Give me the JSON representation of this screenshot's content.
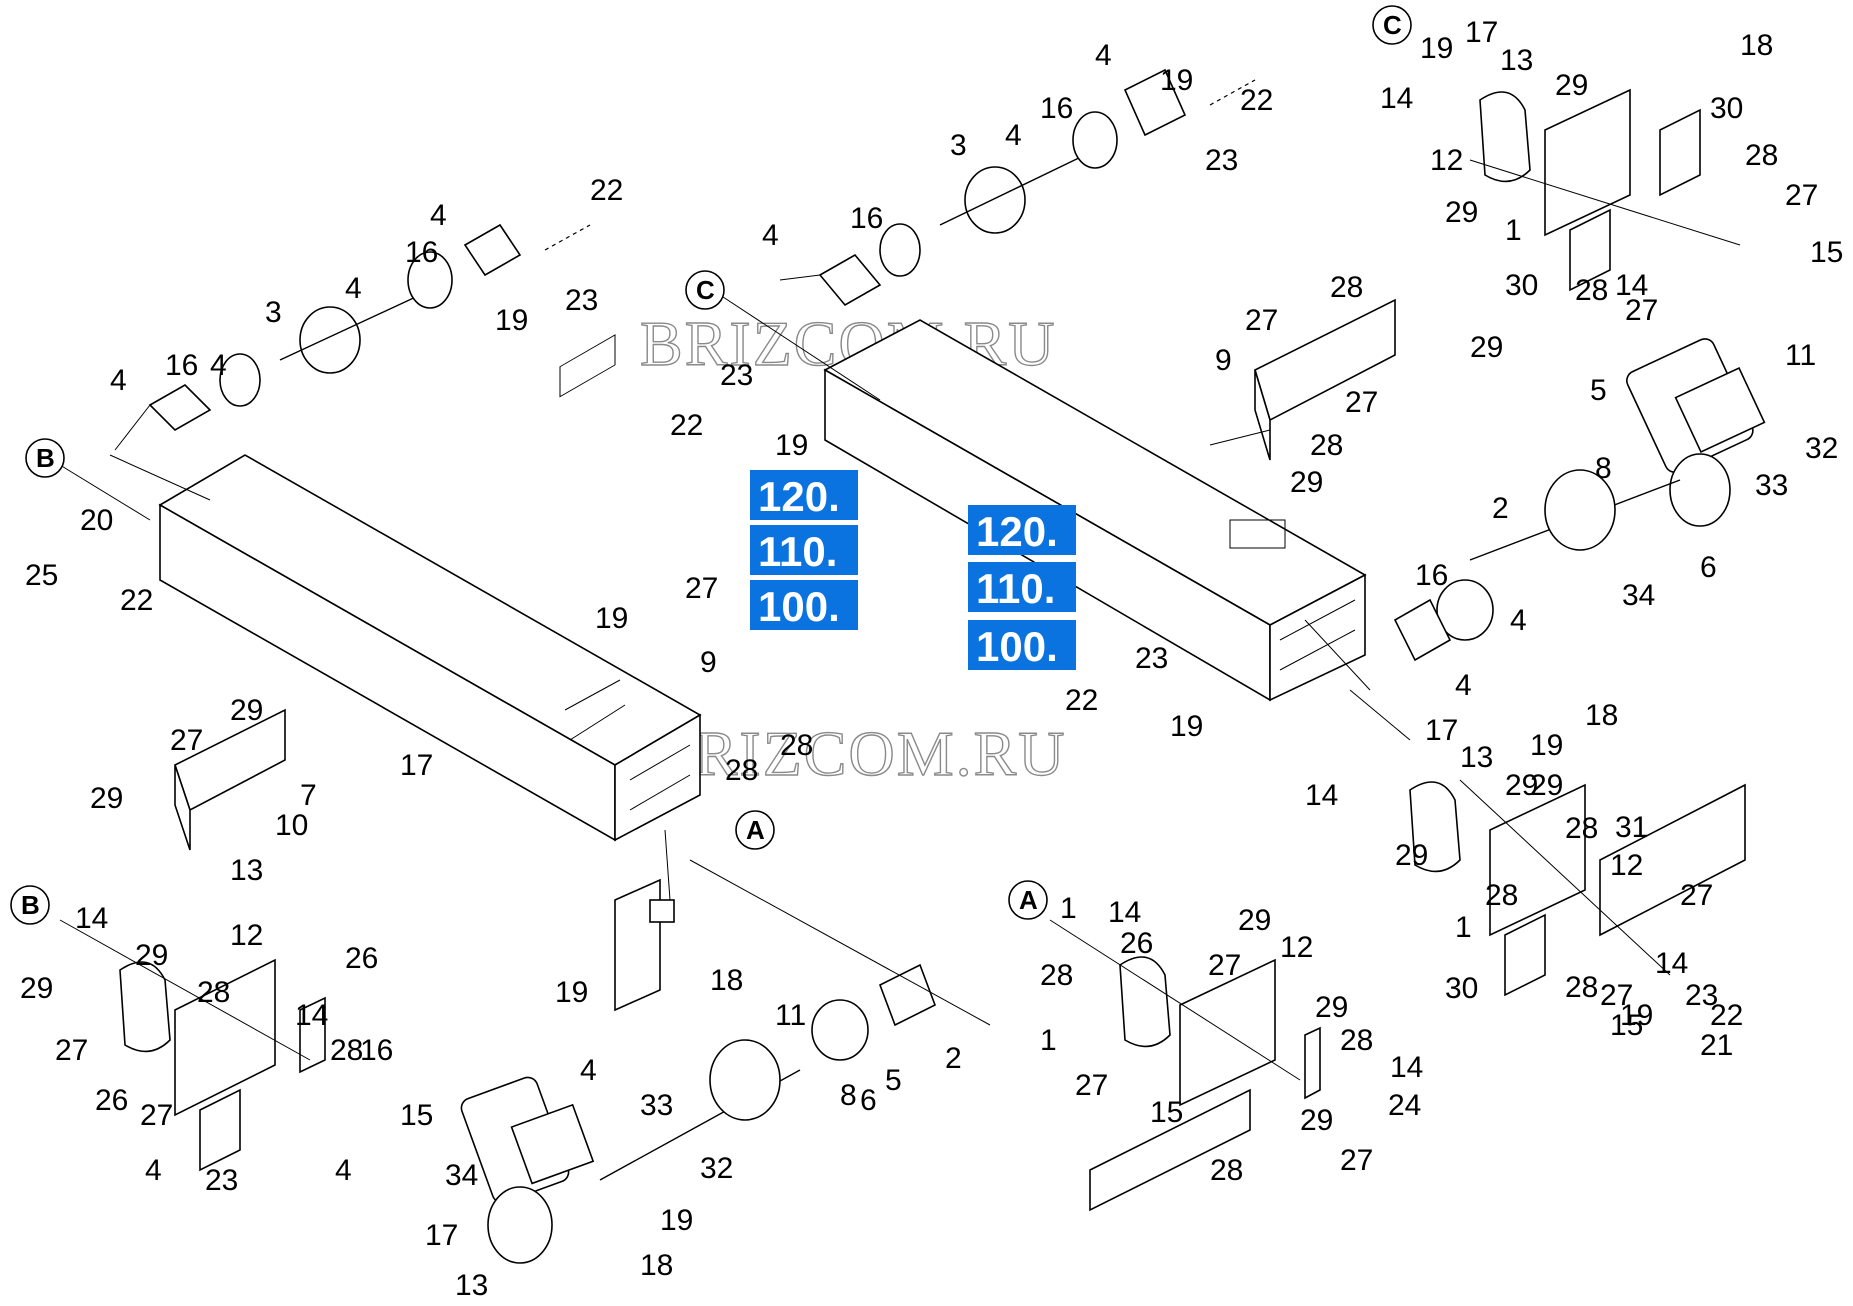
{
  "watermarks": [
    {
      "id": "wm1",
      "text": "BRIZCOM.RU"
    },
    {
      "id": "wm2",
      "text": "BRIZCOM.RU"
    }
  ],
  "badges": [
    "120.",
    "110.",
    "100.",
    "120.",
    "110.",
    "100."
  ],
  "circle_labels": [
    "B",
    "C",
    "A",
    "B",
    "A",
    "C"
  ],
  "part_labels": [
    "4",
    "19",
    "22",
    "4",
    "16",
    "3",
    "4",
    "16",
    "4",
    "23",
    "4",
    "16",
    "3",
    "4",
    "16",
    "4",
    "19",
    "22",
    "23",
    "17",
    "19",
    "18",
    "13",
    "29",
    "14",
    "30",
    "12",
    "28",
    "27",
    "29",
    "1",
    "30",
    "28",
    "14",
    "15",
    "27",
    "23",
    "22",
    "19",
    "27",
    "28",
    "9",
    "29",
    "27",
    "28",
    "29",
    "11",
    "5",
    "32",
    "33",
    "8",
    "2",
    "34",
    "6",
    "16",
    "4",
    "23",
    "22",
    "19",
    "4",
    "17",
    "13",
    "14",
    "18",
    "19",
    "29",
    "29",
    "28",
    "31",
    "12",
    "29",
    "28",
    "27",
    "1",
    "14",
    "30",
    "28",
    "27",
    "15",
    "23",
    "22",
    "19",
    "21",
    "20",
    "25",
    "22",
    "19",
    "27",
    "9",
    "28",
    "28",
    "27",
    "29",
    "29",
    "7",
    "10",
    "17",
    "13",
    "19",
    "18",
    "14",
    "29",
    "12",
    "26",
    "29",
    "28",
    "27",
    "1",
    "14",
    "28",
    "26",
    "27",
    "15",
    "16",
    "4",
    "23",
    "4",
    "11",
    "8",
    "5",
    "2",
    "4",
    "33",
    "34",
    "32",
    "6",
    "17",
    "19",
    "13",
    "18",
    "14",
    "29",
    "26",
    "12",
    "28",
    "27",
    "29",
    "1",
    "28",
    "14",
    "27",
    "15",
    "29",
    "24",
    "28",
    "27"
  ]
}
